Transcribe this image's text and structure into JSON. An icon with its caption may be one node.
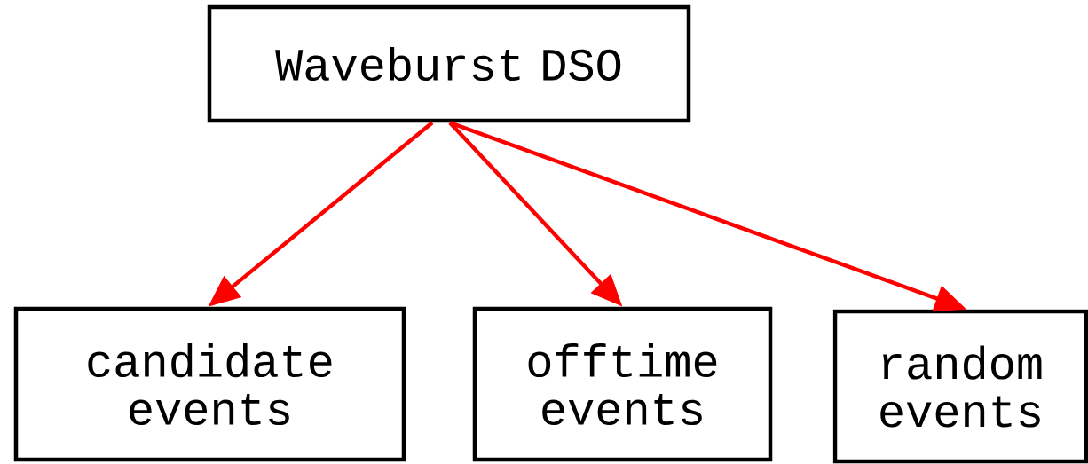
{
  "diagram": {
    "nodes": [
      {
        "text": [
          "Waveburst DSO"
        ]
      },
      {
        "text": [
          "candidate events"
        ]
      },
      {
        "text": [
          "offtime events"
        ]
      },
      {
        "text": [
          "random events"
        ]
      }
    ],
    "edges": [
      {
        "from": 0,
        "to": 1,
        "arrow": "to",
        "color": "#ff0000"
      },
      {
        "from": 0,
        "to": 2,
        "arrow": "to",
        "color": "#ff0000"
      },
      {
        "from": 0,
        "to": 3,
        "arrow": "to",
        "color": "#ff0000"
      }
    ]
  }
}
